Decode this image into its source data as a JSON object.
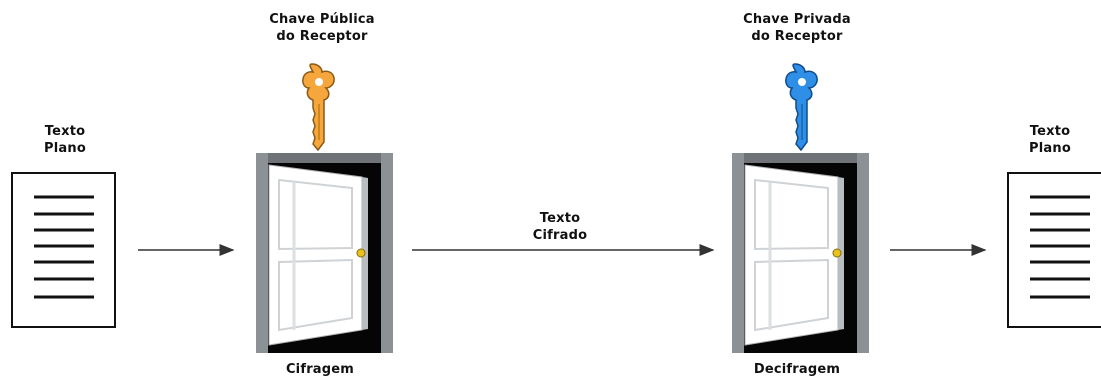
{
  "left_document": {
    "line1": "Texto",
    "line2": "Plano"
  },
  "right_document": {
    "line1": "Texto",
    "line2": "Plano"
  },
  "encrypt_key": {
    "line1": "Chave Pública",
    "line2": "do Receptor",
    "color": "#f5a63c"
  },
  "decrypt_key": {
    "line1": "Chave Privada",
    "line2": "do Receptor",
    "color": "#2f8ee6"
  },
  "encrypt_door": {
    "label": "Cifragem"
  },
  "decrypt_door": {
    "label": "Decifragem"
  },
  "channel": {
    "line1": "Texto",
    "line2": "Cifrado"
  }
}
